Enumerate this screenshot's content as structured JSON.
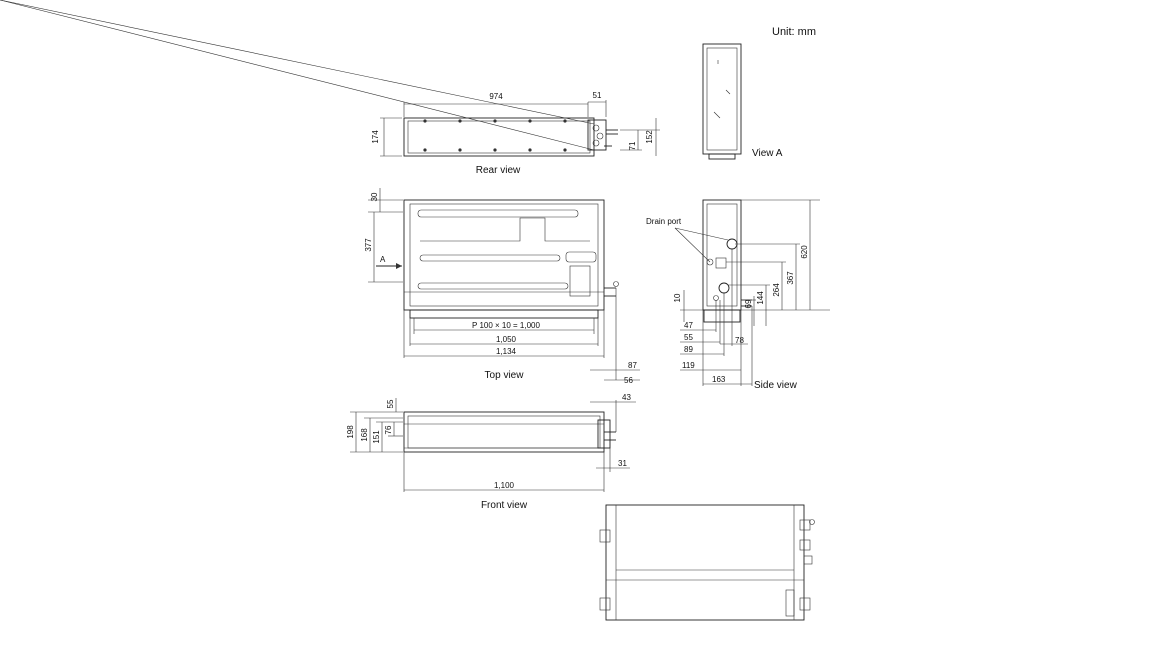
{
  "unit": "Unit: mm",
  "captions": {
    "rear": "Rear view",
    "top": "Top view",
    "front": "Front view",
    "side": "Side view",
    "view_a": "View A",
    "drain_port": "Drain port",
    "arrow_a": "A"
  },
  "rear_dims": {
    "width": "974",
    "right_offset": "51",
    "height": "174",
    "d71": "71",
    "d152": "152"
  },
  "top_dims": {
    "d30": "30",
    "d377": "377",
    "pitch": "P 100 × 10 = 1,000",
    "d1050": "1,050",
    "d1134": "1,134",
    "d87": "87",
    "d56": "56"
  },
  "front_dims": {
    "d55": "55",
    "d198": "198",
    "d168": "168",
    "d151": "151",
    "d76": "76",
    "d43": "43",
    "d31": "31",
    "d1100": "1,100"
  },
  "side_dims": {
    "d620": "620",
    "d367": "367",
    "d264": "264",
    "d144": "144",
    "d69": "69",
    "d10": "10",
    "d47": "47",
    "d55": "55",
    "d78": "78",
    "d89": "89",
    "d119": "119",
    "d163": "163"
  }
}
